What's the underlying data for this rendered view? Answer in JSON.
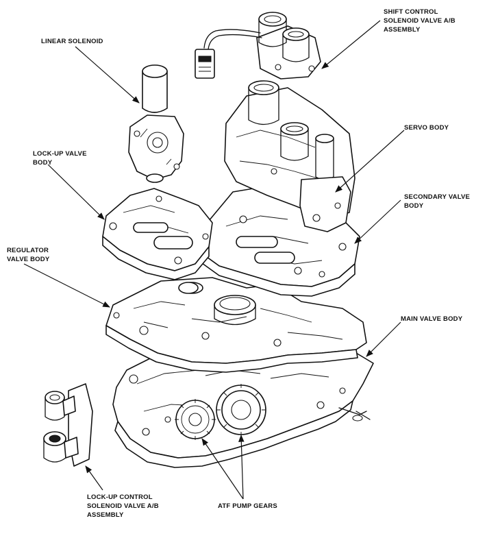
{
  "labels": {
    "shift_control": [
      "SHIFT CONTROL",
      "SOLENOID VALVE A/B",
      "ASSEMBLY"
    ],
    "linear_solenoid": [
      "LINEAR SOLENOID"
    ],
    "servo_body": [
      "SERVO BODY"
    ],
    "lockup_valve_body": [
      "LOCK-UP VALVE",
      "BODY"
    ],
    "secondary_valve_body": [
      "SECONDARY VALVE",
      "BODY"
    ],
    "regulator_valve_body": [
      "REGULATOR",
      "VALVE BODY"
    ],
    "main_valve_body": [
      "MAIN VALVE BODY"
    ],
    "lockup_control": [
      "LOCK-UP CONTROL",
      "SOLENOID VALVE A/B",
      "ASSEMBLY"
    ],
    "atf_pump_gears": [
      "ATF PUMP GEARS"
    ]
  },
  "colors": {
    "ink": "#111111",
    "paper": "#ffffff"
  }
}
